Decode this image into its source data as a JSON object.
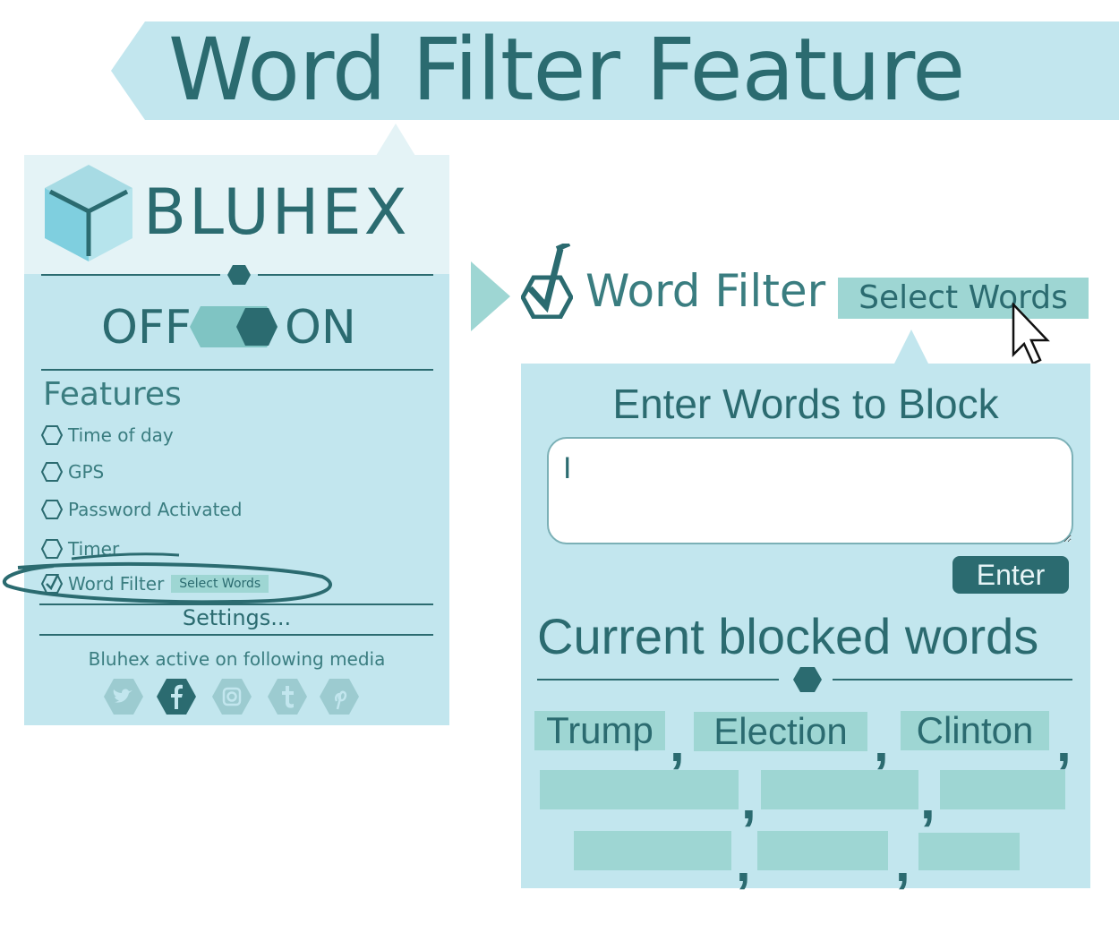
{
  "title": "Word Filter Feature",
  "brand": {
    "name": "BLUHEX"
  },
  "power": {
    "off_label": "OFF",
    "on_label": "ON",
    "state": "on"
  },
  "features": {
    "heading": "Features",
    "items": [
      {
        "label": "Time of day",
        "checked": false
      },
      {
        "label": "GPS",
        "checked": false
      },
      {
        "label": "Password Activated",
        "checked": false
      },
      {
        "label": "Timer",
        "checked": false
      },
      {
        "label": "Word Filter",
        "checked": true,
        "button_label": "Select Words"
      }
    ]
  },
  "settings_label": "Settings...",
  "media": {
    "label": "Bluhex active on following media",
    "icons": [
      "twitter-icon",
      "facebook-icon",
      "instagram-icon",
      "tumblr-icon",
      "pinterest-icon"
    ]
  },
  "word_filter": {
    "title": "Word Filter",
    "select_button": "Select Words",
    "enter_label": "Enter Words to Block",
    "input_value": "I",
    "enter_button": "Enter",
    "blocked_heading": "Current blocked words",
    "blocked_words": [
      "Trump",
      "Election",
      "Clinton"
    ],
    "comma": ","
  },
  "colors": {
    "dark_teal": "#2b6b70",
    "panel": "#c2e6ee",
    "chip": "#9ed6d3",
    "banner": "#c2e6ee"
  }
}
